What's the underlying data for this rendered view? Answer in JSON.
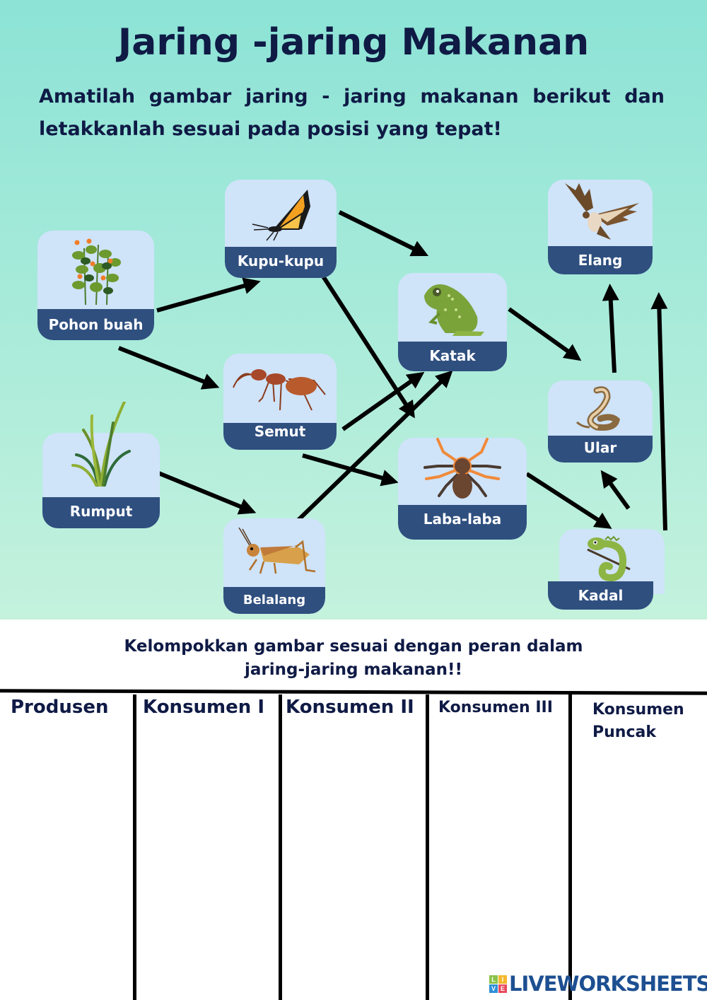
{
  "title": "Jaring -jaring Makanan",
  "instruction": "Amatilah gambar jaring - jaring makanan berikut dan letakkanlah sesuai pada posisi yang tepat!",
  "organisms": {
    "pohon_buah": {
      "label": "Pohon buah",
      "icon": "fruit-tree-icon"
    },
    "kupu_kupu": {
      "label": "Kupu-kupu",
      "icon": "butterfly-icon"
    },
    "semut": {
      "label": "Semut",
      "icon": "ant-icon"
    },
    "rumput": {
      "label": "Rumput",
      "icon": "grass-icon"
    },
    "belalang": {
      "label": "Belalang",
      "icon": "grasshopper-icon"
    },
    "katak": {
      "label": "Katak",
      "icon": "frog-icon"
    },
    "laba_laba": {
      "label": "Laba-laba",
      "icon": "spider-icon"
    },
    "elang": {
      "label": "Elang",
      "icon": "eagle-icon"
    },
    "ular": {
      "label": "Ular",
      "icon": "snake-icon"
    },
    "kadal": {
      "label": "Kadal",
      "icon": "lizard-icon"
    }
  },
  "edges": [
    [
      "pohon_buah",
      "kupu_kupu"
    ],
    [
      "pohon_buah",
      "semut"
    ],
    [
      "rumput",
      "belalang"
    ],
    [
      "kupu_kupu",
      "katak"
    ],
    [
      "kupu_kupu",
      "laba_laba"
    ],
    [
      "semut",
      "katak"
    ],
    [
      "semut",
      "laba_laba"
    ],
    [
      "belalang",
      "katak"
    ],
    [
      "katak",
      "ular"
    ],
    [
      "laba_laba",
      "kadal"
    ],
    [
      "kadal",
      "ular"
    ],
    [
      "ular",
      "elang"
    ],
    [
      "kadal",
      "elang"
    ]
  ],
  "grouping_instruction": {
    "line1": "Kelompokkan gambar sesuai dengan peran dalam",
    "line2": "jaring-jaring makanan!!"
  },
  "columns": [
    "Produsen",
    "Konsumen I",
    "Konsumen II",
    "Konsumen III",
    "Konsumen Puncak"
  ],
  "brand": {
    "name": "LIVEWORKSHEETS",
    "letters": [
      "L",
      "I",
      "V",
      "E"
    ]
  },
  "colors": {
    "accent": "#2f4f7f",
    "card": "#cfe3f9",
    "text": "#0f1a45",
    "bg_top": "#8ce3d6",
    "bg_bottom": "#c4f2dd"
  }
}
